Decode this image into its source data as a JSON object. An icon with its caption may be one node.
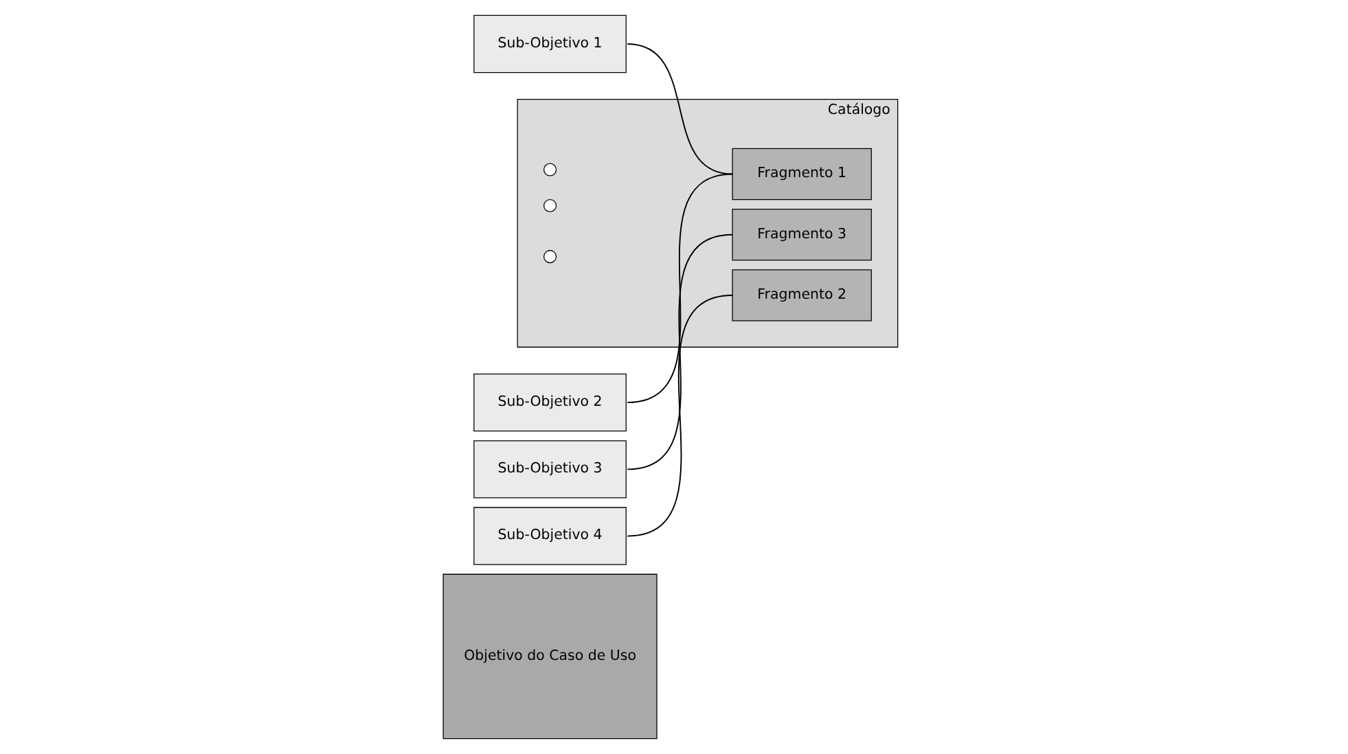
{
  "diagram": {
    "nodes": [
      {
        "text": [
          "Objetivo do Caso de Uso"
        ]
      },
      {
        "text": [
          "Sub-Objetivo 1"
        ]
      },
      {
        "text": [
          "Sub-Objetivo 2"
        ]
      },
      {
        "text": [
          "Sub-Objetivo 3"
        ]
      },
      {
        "text": [
          "Sub-Objetivo 4"
        ]
      },
      {
        "text": [
          "Catálogo"
        ]
      },
      {
        "text": [
          "Fragmento 1"
        ],
        "in": 5
      },
      {
        "text": [
          "Fragmento 2"
        ],
        "in": 5
      },
      {
        "text": [
          "Fragmento 3"
        ],
        "in": 5
      },
      {
        "text": [],
        "shape": "circle",
        "in": 5
      },
      {
        "text": [],
        "shape": "circle",
        "in": 5
      },
      {
        "text": [],
        "shape": "circle",
        "in": 5
      }
    ],
    "edges": [
      {
        "from": 1,
        "to": 6,
        "arrow": "none"
      },
      {
        "from": 2,
        "to": 6,
        "arrow": "none"
      },
      {
        "from": 3,
        "to": 8,
        "arrow": "none"
      },
      {
        "from": 4,
        "to": 7,
        "arrow": "none"
      }
    ]
  }
}
